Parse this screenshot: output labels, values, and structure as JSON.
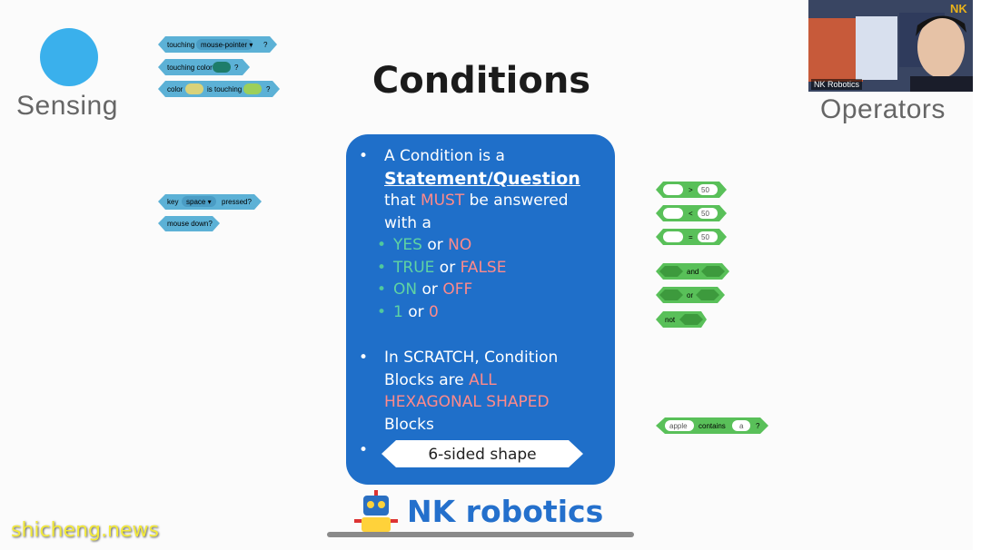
{
  "slide": {
    "title": "Conditions",
    "sensing_label": "Sensing",
    "operators_label": "Operators",
    "bullet1": {
      "line1": "A Condition is a",
      "line2": "Statement/Question",
      "line3_pre": "that ",
      "line3_red": "MUST",
      "line3_post": " be answered",
      "line4": "with a"
    },
    "options": [
      {
        "a": "YES",
        "or": " or ",
        "b": "NO"
      },
      {
        "a": "TRUE",
        "or": " or ",
        "b": "FALSE"
      },
      {
        "a": "ON",
        "or": " or ",
        "b": "OFF"
      },
      {
        "a": "1",
        "or": " or ",
        "b": "0"
      }
    ],
    "bullet2": {
      "line1": "In SCRATCH, Condition",
      "line2_pre": "Blocks are ",
      "line2_red": "ALL",
      "line3_red": "HEXAGONAL SHAPED",
      "line4": "Blocks"
    },
    "shape_label": "6-sided shape",
    "bullet_char": "•"
  },
  "sensing_blocks": {
    "touching": "touching",
    "mouse_pointer": "mouse-pointer ▾",
    "q": "?",
    "touching_color": "touching color",
    "color": "color",
    "is_touching": "is touching",
    "key": "key",
    "space": "space ▾",
    "pressed": "pressed?",
    "mouse_down": "mouse down?"
  },
  "operator_blocks": {
    "gt": ">",
    "lt": "<",
    "eq": "=",
    "fifty": "50",
    "and": "and",
    "or": "or",
    "not": "not",
    "apple": "apple",
    "contains": "contains",
    "a": "a",
    "q": "?"
  },
  "logo": {
    "text": "NK robotics"
  },
  "webcam": {
    "label": "NK Robotics",
    "badge": "NK"
  },
  "watermark": "shicheng.news",
  "colors": {
    "sensing": "#5cb1d6",
    "operators": "#59c059",
    "card": "#1f6fc9",
    "accent_red": "#ff8a8a",
    "accent_green": "#5fd3a3"
  }
}
